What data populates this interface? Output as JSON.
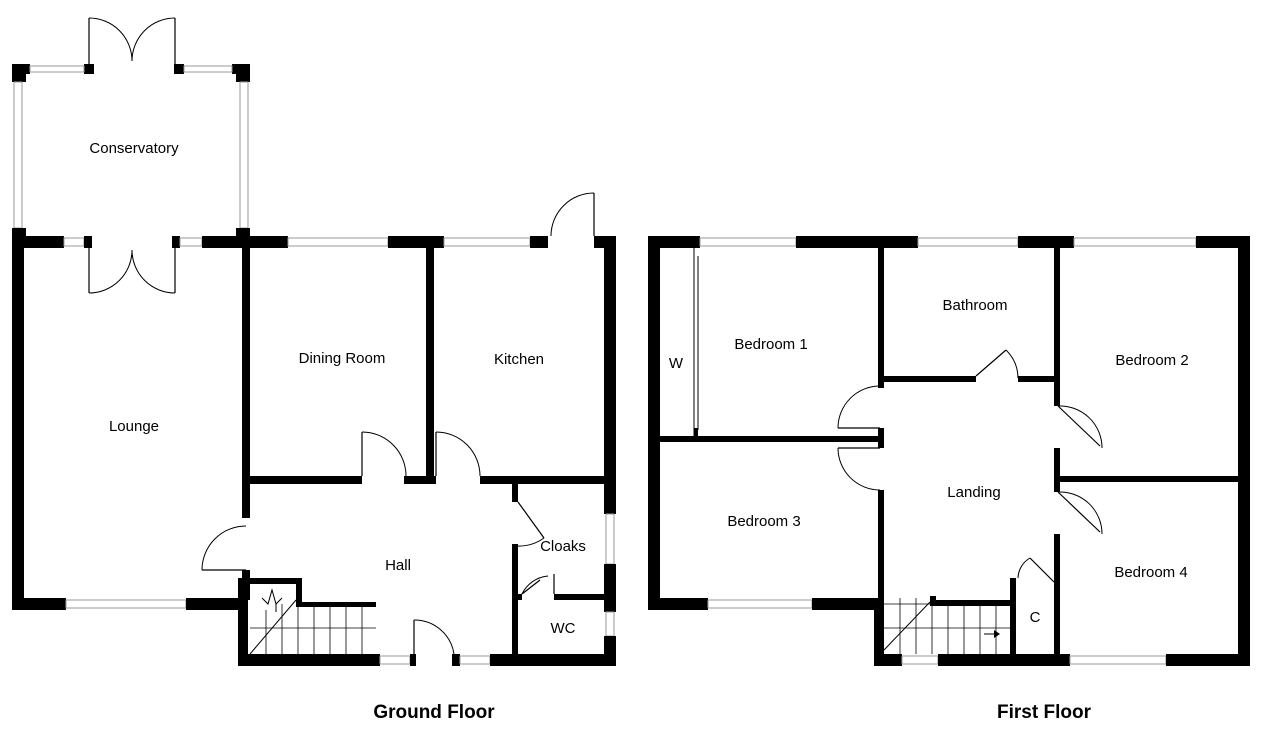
{
  "floors": [
    {
      "title": "Ground Floor",
      "rooms": [
        "Conservatory",
        "Lounge",
        "Dining Room",
        "Kitchen",
        "Hall",
        "Cloaks",
        "WC"
      ]
    },
    {
      "title": "First Floor",
      "rooms": [
        "Bedroom 1",
        "W",
        "Bathroom",
        "Bedroom 2",
        "Landing",
        "Bedroom 3",
        "Bedroom 4",
        "C"
      ]
    }
  ]
}
